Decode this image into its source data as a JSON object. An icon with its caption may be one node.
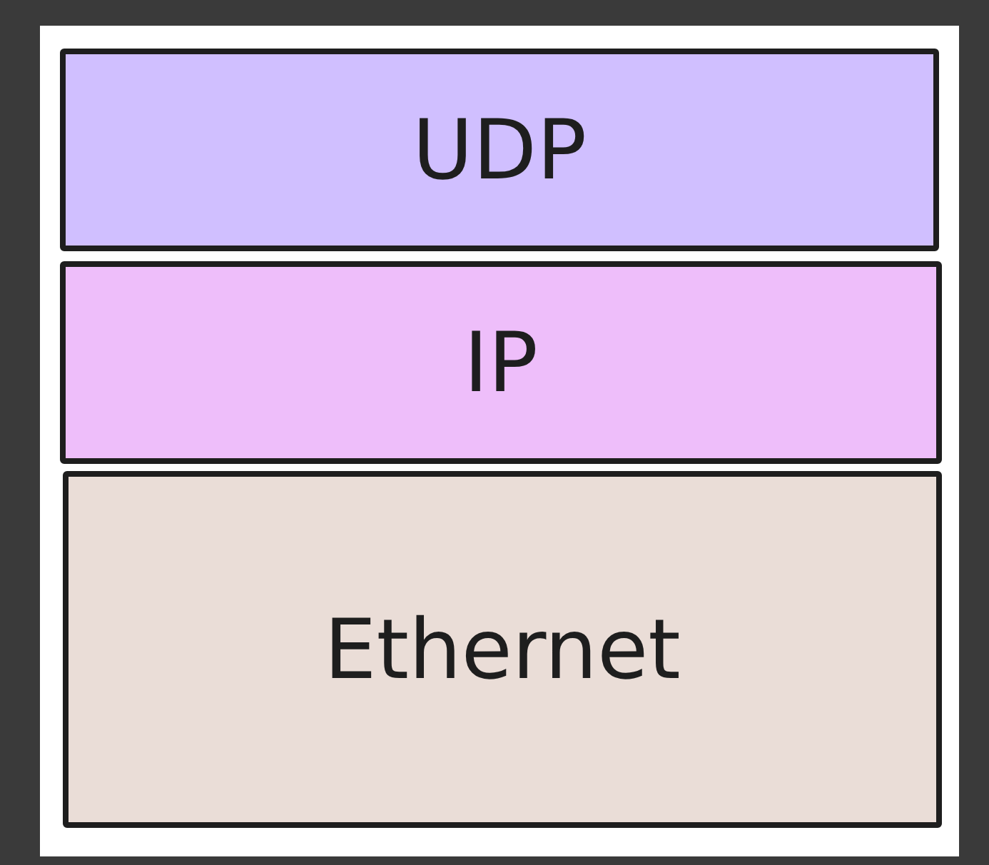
{
  "diagram": {
    "nodes": [
      {
        "text": [
          "UDP"
        ]
      },
      {
        "text": [
          "IP"
        ]
      },
      {
        "text": [
          "Ethernet"
        ]
      }
    ]
  }
}
